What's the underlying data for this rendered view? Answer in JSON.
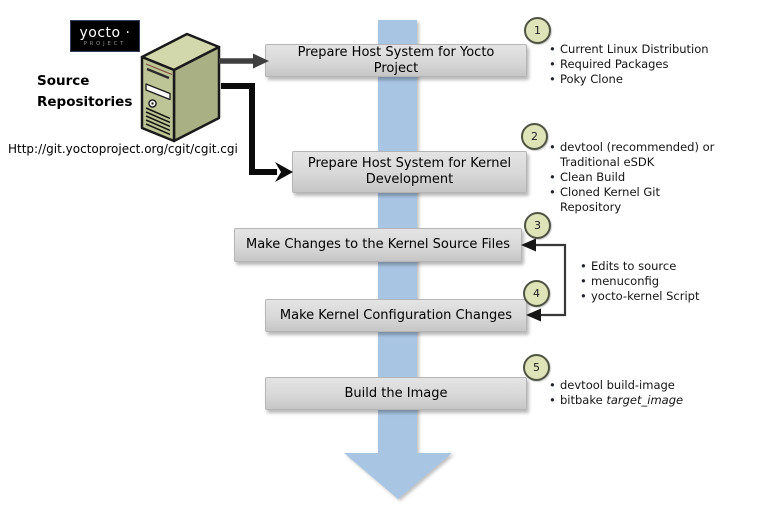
{
  "logo": {
    "brand": "yocto ·",
    "project": "PROJECT"
  },
  "source_repositories": {
    "label_line1": "Source",
    "label_line2": "Repositories",
    "url": "Http://git.yoctoproject.org/cgit/cgit.cgi"
  },
  "steps": [
    {
      "num": "1",
      "label": "Prepare Host System for Yocto Project"
    },
    {
      "num": "2",
      "label": "Prepare Host System for Kernel Development"
    },
    {
      "num": "3",
      "label": "Make Changes to the Kernel Source Files"
    },
    {
      "num": "4",
      "label": "Make Kernel Configuration Changes"
    },
    {
      "num": "5",
      "label": "Build the Image"
    }
  ],
  "notes": {
    "step1": [
      "Current Linux Distribution",
      "Required Packages",
      "Poky Clone"
    ],
    "step2": [
      "devtool (recommended) or Traditional eSDK",
      "Clean Build",
      "Cloned Kernel Git Repository"
    ],
    "steps3_4": [
      "Edits to source",
      "menuconfig",
      "yocto-kernel Script"
    ],
    "step5": [
      "devtool build-image",
      [
        {
          "text": "bitbake ",
          "italic": false
        },
        {
          "text": "target_image",
          "italic": true
        }
      ]
    ]
  },
  "colors": {
    "flow_arrow": "#a9c5e4",
    "box_fill_top": "#e4e4e4",
    "box_fill_bottom": "#c6c6c6",
    "circle_fill": "#dfe3b8",
    "server_front": "#bdc496",
    "server_side": "#a9b083",
    "server_top": "#d2d7ac",
    "arrow_dark": "#3f3f3f",
    "arrow_black": "#0b0b0b"
  }
}
